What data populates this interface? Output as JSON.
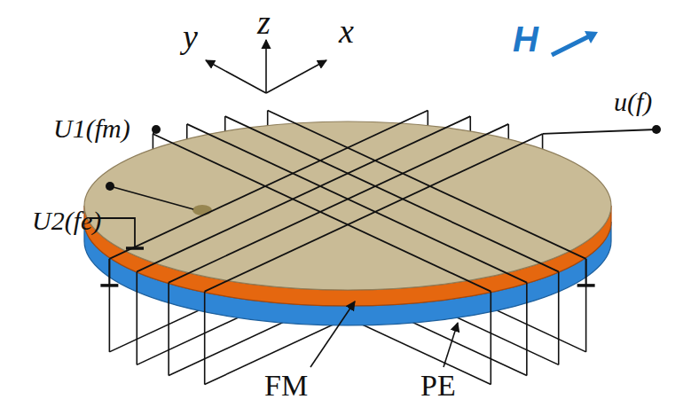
{
  "diagram": {
    "labels": [
      "y",
      "z",
      "x",
      "H",
      "U1(fm)",
      "U2(fe)",
      "u(f)",
      "FM",
      "PE"
    ]
  }
}
